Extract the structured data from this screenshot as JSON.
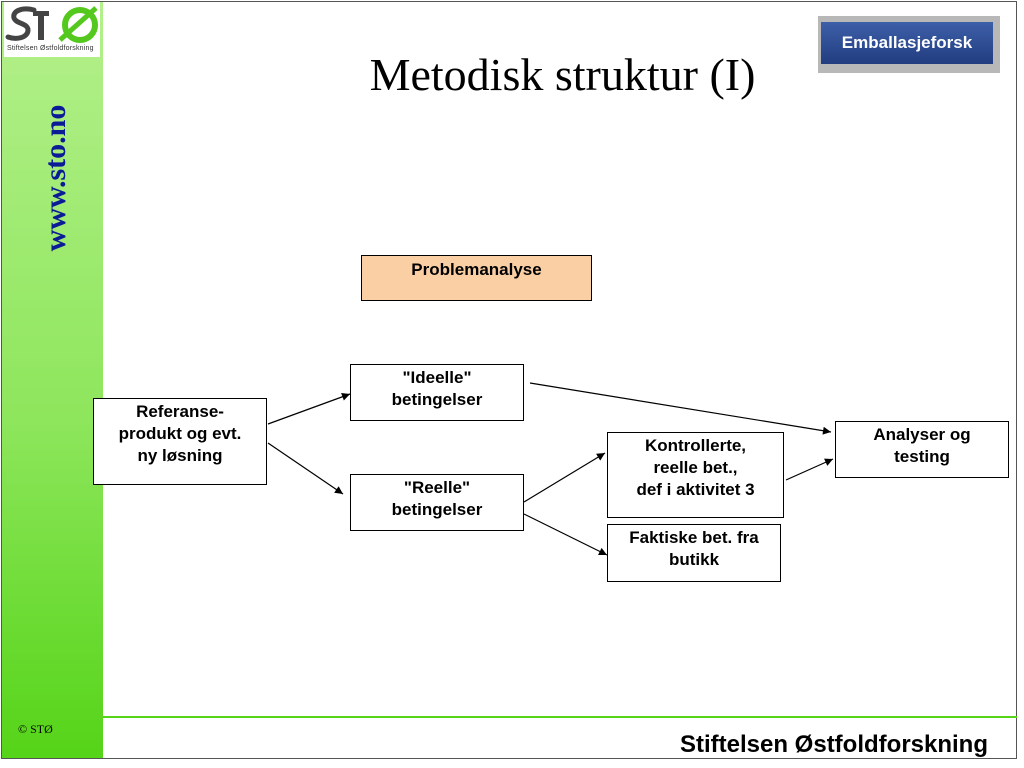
{
  "slide": {
    "title": "Metodisk struktur (I)",
    "footer": "Stiftelsen Østfoldforskning",
    "copyright": "© STØ"
  },
  "sidebar": {
    "url": "www.sto.no",
    "logo_text": "Stiftelsen Østfoldforskning"
  },
  "brand": {
    "label": "Emballasjeforsk"
  },
  "colors": {
    "sidebar_green": "#55d418",
    "url_blue": "#0b1a96",
    "problem_fill": "#fbcfa4",
    "brand_blue": "#2d4b93"
  },
  "diagram": {
    "nodes": {
      "problemanalyse": {
        "lines": [
          "Problemanalyse"
        ]
      },
      "referanse": {
        "lines": [
          "Referanse-",
          "produkt og evt.",
          "ny løsning"
        ]
      },
      "ideelle": {
        "lines": [
          "\"Ideelle\"",
          "betingelser"
        ]
      },
      "reelle": {
        "lines": [
          "\"Reelle\"",
          "betingelser"
        ]
      },
      "kontrollerte": {
        "lines": [
          "Kontrollerte,",
          "reelle bet.,",
          "def i aktivitet 3"
        ]
      },
      "faktiske": {
        "lines": [
          "Faktiske bet. fra",
          "butikk"
        ]
      },
      "analyser": {
        "lines": [
          "Analyser og",
          "testing"
        ]
      }
    },
    "edges": [
      {
        "from": "referanse",
        "to": "ideelle"
      },
      {
        "from": "referanse",
        "to": "reelle"
      },
      {
        "from": "ideelle",
        "to": "analyser"
      },
      {
        "from": "reelle",
        "to": "kontrollerte"
      },
      {
        "from": "reelle",
        "to": "faktiske"
      },
      {
        "from": "kontrollerte",
        "to": "analyser"
      }
    ]
  }
}
